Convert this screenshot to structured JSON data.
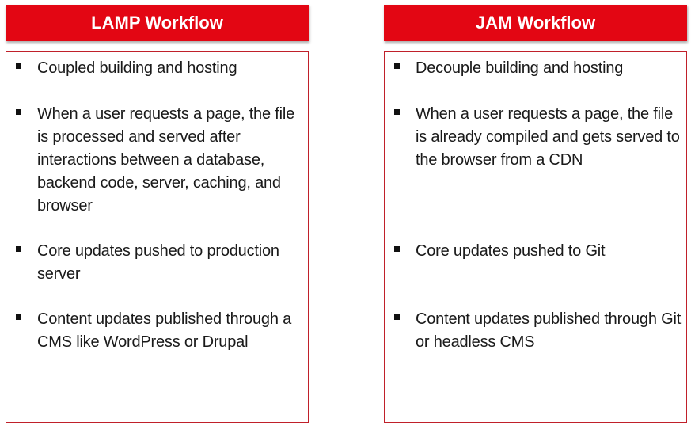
{
  "lamp": {
    "title": "LAMP Workflow",
    "items": [
      "Coupled building and hosting",
      "When a user requests a page, the file is processed and served after interactions between a database, backend code, server, caching, and browser",
      "Core updates pushed to production server",
      "Content updates published through a CMS like WordPress or Drupal"
    ]
  },
  "jam": {
    "title": "JAM Workflow",
    "items": [
      "Decouple building and hosting",
      "When a user requests a page, the file is already compiled and gets served to the browser from a CDN",
      "Core updates pushed to Git",
      "Content updates published through Git or headless CMS"
    ]
  },
  "colors": {
    "header_bg": "#e30613",
    "header_text": "#ffffff",
    "box_border": "#c0202a"
  }
}
